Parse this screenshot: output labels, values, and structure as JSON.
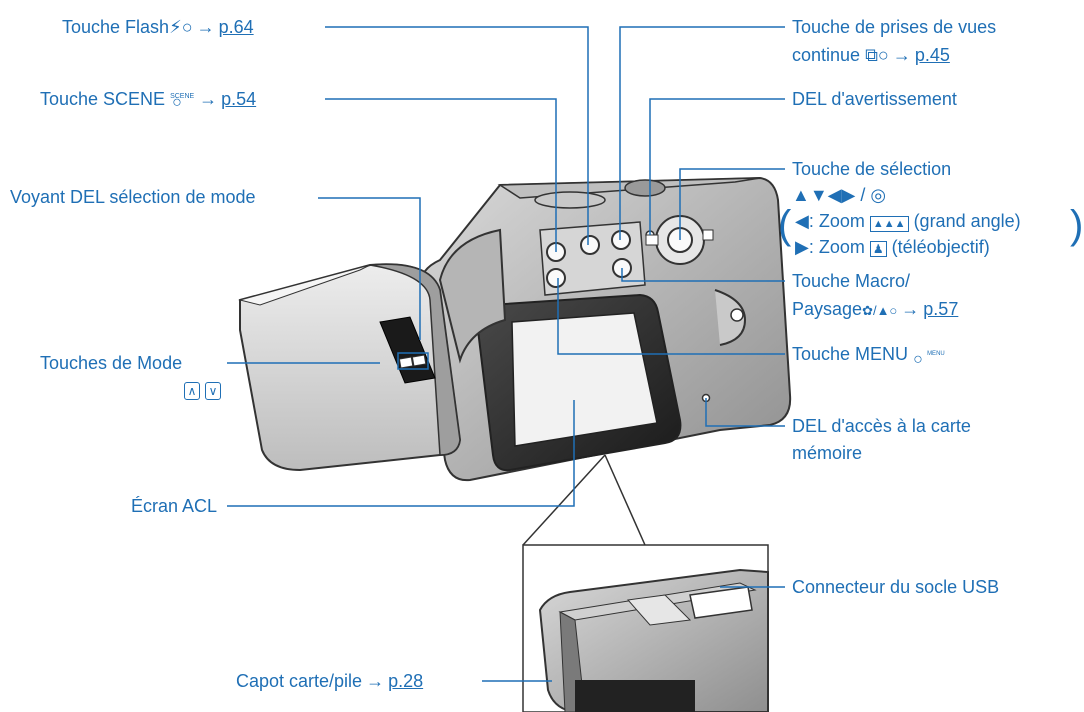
{
  "labels": {
    "flash": {
      "text": "Touche Flash",
      "ref": "p.64"
    },
    "scene": {
      "text": "Touche SCENE",
      "ref": "p.54"
    },
    "mode_led": {
      "text": "Voyant DEL sélection de mode"
    },
    "mode_keys": {
      "text": "Touches de Mode"
    },
    "lcd": {
      "text": "Écran ACL"
    },
    "card_cover": {
      "text": "Capot carte/pile",
      "ref": "p.28"
    },
    "continuous_line1": {
      "text": "Touche de prises de vues"
    },
    "continuous_line2": {
      "text": "continue",
      "ref": "p.45"
    },
    "warning_led": {
      "text": "DEL d'avertissement"
    },
    "selection": {
      "text": "Touche de sélection"
    },
    "zoom_wide_prefix": {
      "text": ": Zoom"
    },
    "zoom_wide_suffix": {
      "text": "(grand angle)"
    },
    "zoom_tele_prefix": {
      "text": ": Zoom"
    },
    "zoom_tele_suffix": {
      "text": "(téléobjectif)"
    },
    "macro_line1": {
      "text": "Touche Macro/"
    },
    "macro_line2": {
      "text": "Paysage",
      "ref": "p.57"
    },
    "menu": {
      "text": "Touche MENU"
    },
    "card_access_line1": {
      "text": "DEL d'accès à la carte"
    },
    "card_access_line2": {
      "text": "mémoire"
    },
    "usb": {
      "text": "Connecteur du socle USB"
    }
  },
  "icon_text": {
    "scene_small": "SCENE",
    "menu_small": "MENU",
    "slash": "/",
    "arrow": "→"
  },
  "colors": {
    "label": "#1f6fb5",
    "line": "#1f6fb5"
  }
}
